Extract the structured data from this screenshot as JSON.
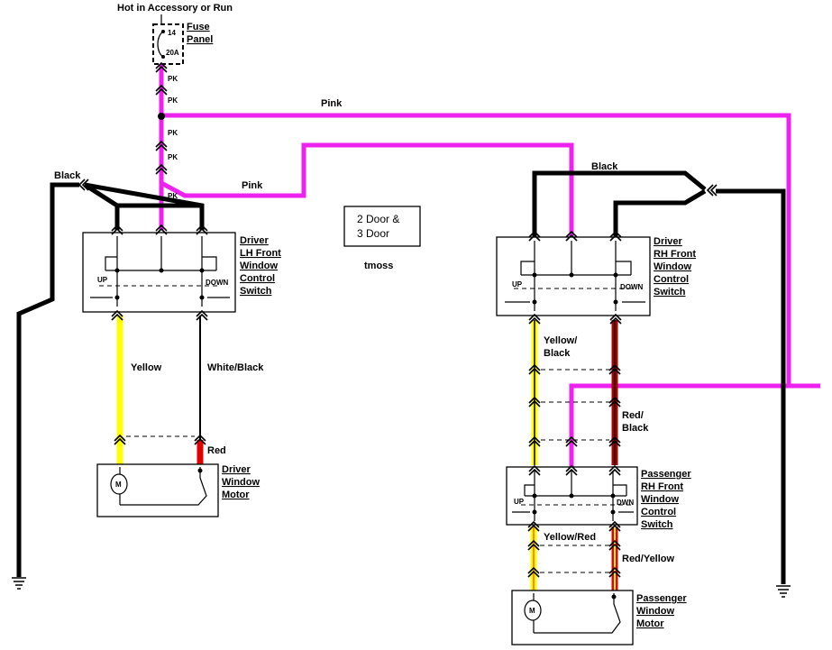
{
  "supply": {
    "title": "Hot in Accessory or Run",
    "fuse_label_line1": "Fuse",
    "fuse_label_line2": "Panel",
    "fuse_number": "14",
    "fuse_rating": "20A"
  },
  "wires": {
    "pk": "PK",
    "pink": "Pink",
    "black": "Black",
    "yellow": "Yellow",
    "white_black": "White/Black",
    "red": "Red",
    "yellow_black_1": "Yellow/",
    "yellow_black_2": "Black",
    "red_black_1": "Red/",
    "red_black_2": "Black",
    "yellow_red": "Yellow/Red",
    "red_yellow": "Red/Yellow"
  },
  "variant_box": {
    "line1": "2 Door &",
    "line2": "3 Door"
  },
  "author": "tmoss",
  "driver_lh_switch": {
    "l1": "Driver",
    "l2": "LH Front",
    "l3": "Window",
    "l4": "Control",
    "l5": "Switch",
    "up": "UP",
    "down": "DOWN"
  },
  "driver_rh_switch": {
    "l1": "Driver",
    "l2": "RH Front",
    "l3": "Window",
    "l4": "Control",
    "l5": "Switch",
    "up": "UP",
    "down": "DOWN"
  },
  "passenger_switch": {
    "l1": "Passenger",
    "l2": "RH Front",
    "l3": "Window",
    "l4": "Control",
    "l5": "Switch",
    "up": "UP",
    "down": "DWN"
  },
  "driver_motor": {
    "l1": "Driver",
    "l2": "Window",
    "l3": "Motor",
    "symbol": "M"
  },
  "passenger_motor": {
    "l1": "Passenger",
    "l2": "Window",
    "l3": "Motor",
    "symbol": "M"
  },
  "colors": {
    "pink": "#ee22ee",
    "black": "#000000",
    "yellow": "#ffff00",
    "red": "#e00000",
    "dark_red": "#aa0000",
    "orange": "#ff8800"
  }
}
